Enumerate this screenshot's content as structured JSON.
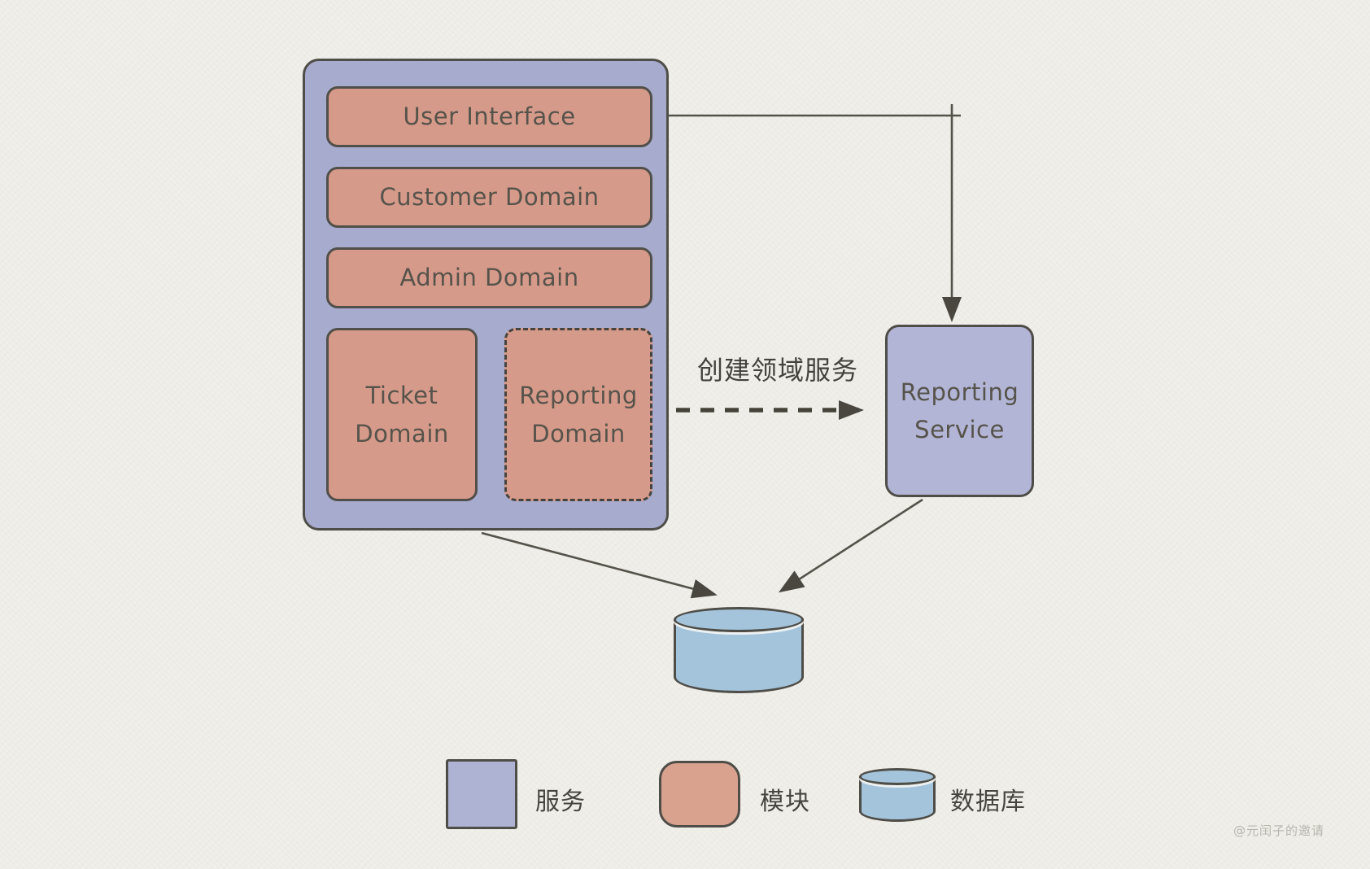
{
  "main_service": {
    "modules": [
      {
        "label": "User Interface",
        "border": "solid"
      },
      {
        "label": "Customer Domain",
        "border": "solid"
      },
      {
        "label": "Admin Domain",
        "border": "solid"
      },
      {
        "label": "Ticket Domain",
        "border": "solid"
      },
      {
        "label": "Reporting Domain",
        "border": "dashed"
      }
    ]
  },
  "reporting_service": {
    "label": "Reporting Service"
  },
  "edges": {
    "create_domain_service_label": "创建领域服务"
  },
  "legend": {
    "items": [
      {
        "shape": "service-square",
        "label": "服务"
      },
      {
        "shape": "module-rounded-square",
        "label": "模块"
      },
      {
        "shape": "database-cylinder",
        "label": "数据库"
      }
    ]
  },
  "watermark": "@元闰子的邀请",
  "colors": {
    "service_fill": "#b2b5d6",
    "container_fill": "#a7abce",
    "module_fill": "#d69a8a",
    "database_fill": "#a4c4dc",
    "stroke": "#4f4d47",
    "background": "#f0efea"
  }
}
